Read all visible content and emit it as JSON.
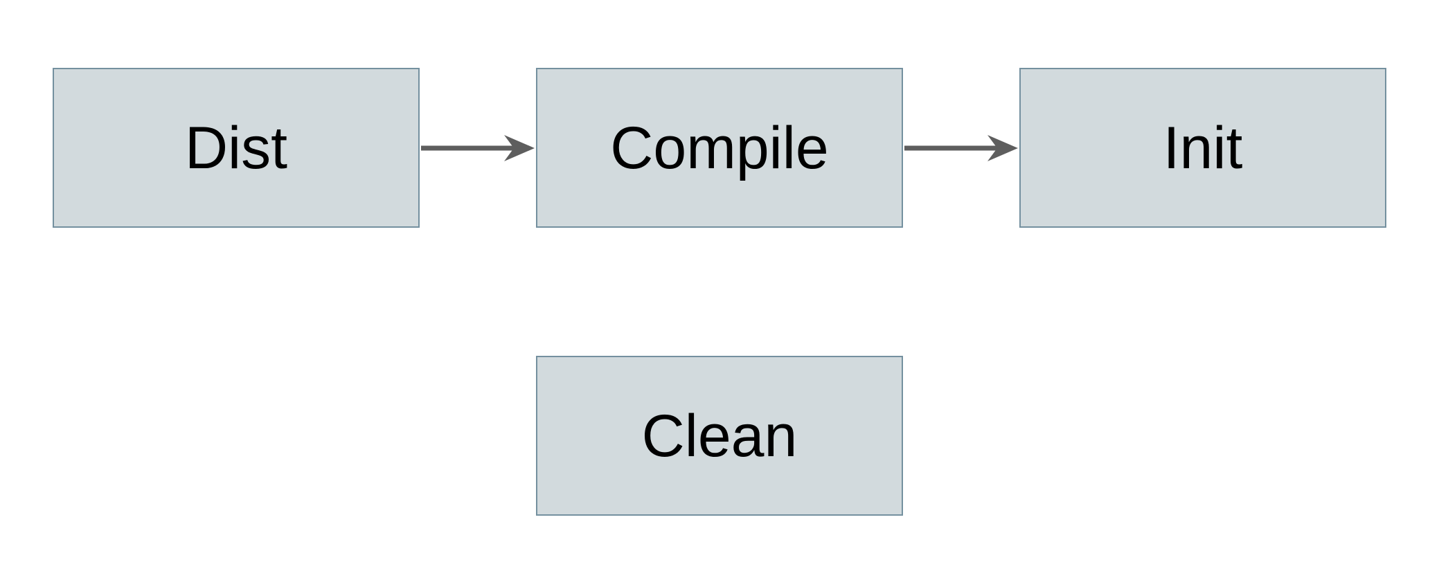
{
  "diagram": {
    "type": "flowchart",
    "background_color": "#ffffff",
    "node_fill_color": "#d2dadd",
    "node_border_color": "#74909f",
    "node_text_color": "#000000",
    "arrow_color": "#5e5e5e",
    "nodes": [
      {
        "id": "dist",
        "label": "Dist"
      },
      {
        "id": "compile",
        "label": "Compile"
      },
      {
        "id": "init",
        "label": "Init"
      },
      {
        "id": "clean",
        "label": "Clean"
      }
    ],
    "edges": [
      {
        "from": "Dist",
        "to": "Compile"
      },
      {
        "from": "Compile",
        "to": "Init"
      }
    ]
  }
}
